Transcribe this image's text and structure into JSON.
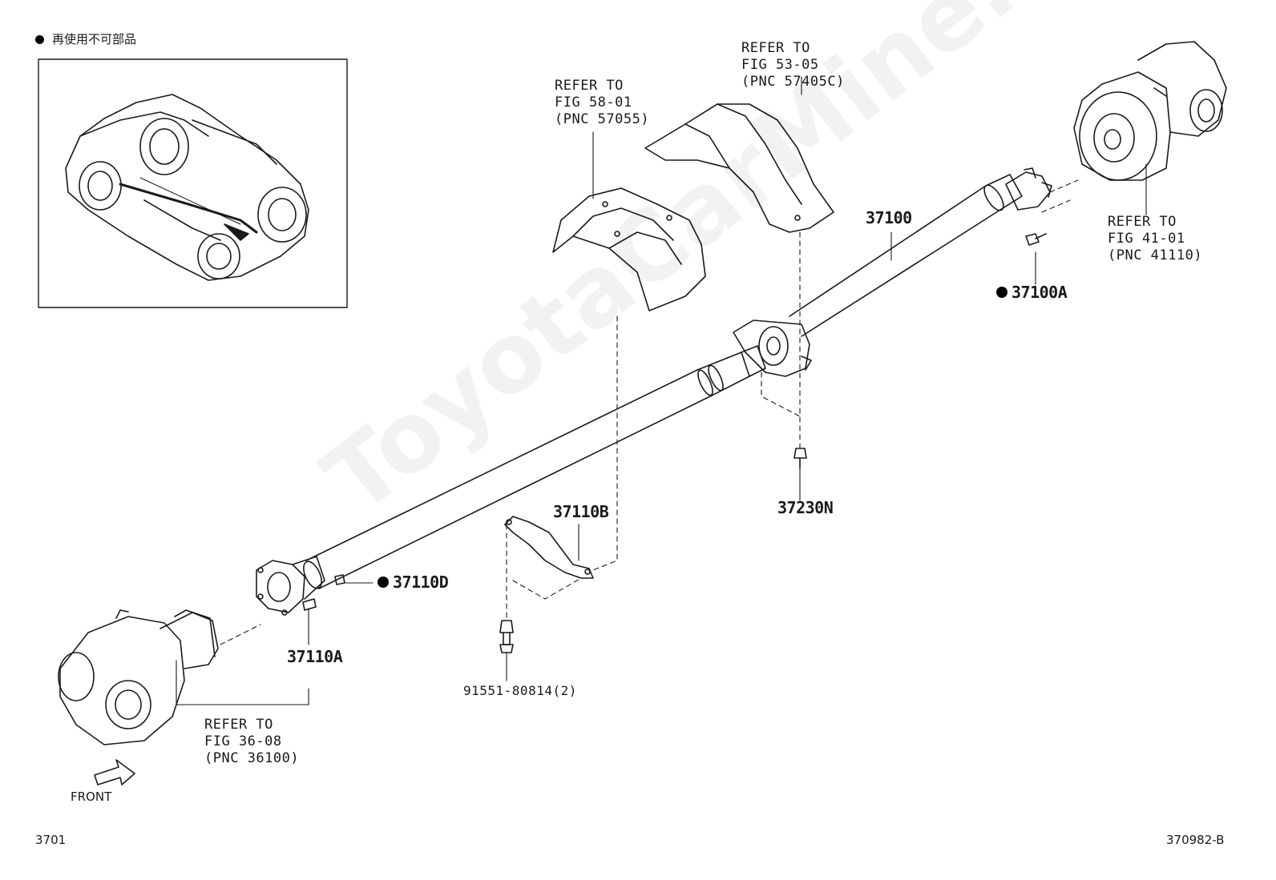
{
  "legend": {
    "text": "再使用不可部品"
  },
  "watermark": "ToyotaCarMine.ru",
  "parts": {
    "p37100": "37100",
    "p37100A": "37100A",
    "p37110A": "37110A",
    "p37110B": "37110B",
    "p37110D": "37110D",
    "p37230N": "37230N",
    "p91551": "91551-80814(2)"
  },
  "refs": {
    "fig5801": [
      "REFER TO",
      "FIG 58-01",
      "(PNC 57055)"
    ],
    "fig5305": [
      "REFER TO",
      "FIG 53-05",
      "(PNC 57405C)"
    ],
    "fig4101": [
      "REFER TO",
      "FIG 41-01",
      "(PNC 41110)"
    ],
    "fig3608": [
      "REFER TO",
      "FIG 36-08",
      "(PNC 36100)"
    ]
  },
  "front_label": "FRONT",
  "page_code": "3701",
  "figure_code": "370982-B"
}
